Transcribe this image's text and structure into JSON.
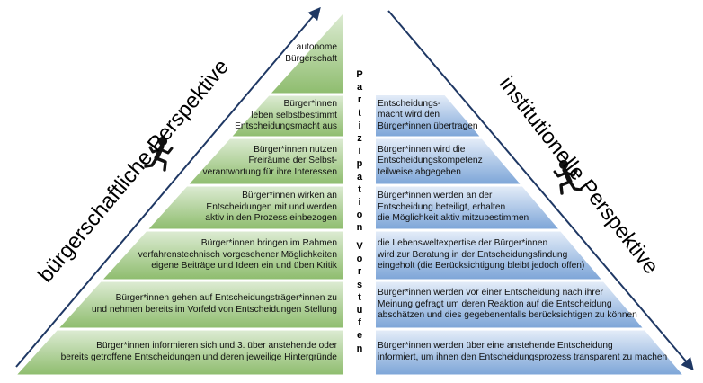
{
  "left_title": "bürgerschaftliche Perspektive",
  "right_title": "institutionelle Perspektive",
  "middle_words": [
    "Partizipation",
    "Vorstufen"
  ],
  "colors": {
    "left_light": "#dcebd2",
    "left_dark": "#8fbd6f",
    "right_light": "#e3ecf8",
    "right_dark": "#7ea6d8",
    "arrow": "#1f3864",
    "figure": "#111111"
  },
  "icons": [
    "running-person-icon",
    "running-person-icon"
  ],
  "left_tiers": [
    [
      "autonome",
      "Bürgerschaft"
    ],
    [
      "Bürger*innen",
      "leben selbstbestimmt",
      "Entscheidungsmacht aus"
    ],
    [
      "Bürger*innen nutzen",
      "Freiräume der Selbst-",
      "verantwortung für ihre Interessen"
    ],
    [
      "Bürger*innen wirken an",
      "Entscheidungen mit und werden",
      "aktiv in den Prozess einbezogen"
    ],
    [
      "Bürger*innen bringen im Rahmen",
      "verfahrenstechnisch vorgesehener Möglichkeiten",
      "eigene Beiträge und Ideen ein und üben Kritik"
    ],
    [
      "Bürger*innen gehen auf Entscheidungsträger*innen zu",
      "und nehmen bereits im Vorfeld von Entscheidungen Stellung"
    ],
    [
      "Bürger*innen informieren sich und 3. über anstehende oder",
      "bereits getroffene  Entscheidungen und deren jeweilige Hintergründe"
    ]
  ],
  "right_tiers": [
    [
      "Entscheidungs-",
      "macht wird den",
      "Bürger*innen übertragen"
    ],
    [
      "Bürger*innen wird die",
      "Entscheidungskompetenz",
      "teilweise abgegeben"
    ],
    [
      "Bürger*innen werden an der",
      "Entscheidung beteiligt, erhalten",
      "die Möglichkeit aktiv mitzubestimmen"
    ],
    [
      "die Lebensweltexpertise der Bürger*innen",
      "wird zur Beratung in der Entscheidungsfindung",
      "eingeholt (die Berücksichtigung bleibt jedoch offen)"
    ],
    [
      "Bürger*innen werden vor einer Entscheidung nach ihrer",
      "Meinung gefragt um deren Reaktion auf die Entscheidung",
      "abschätzen und dies gegebenenfalls berücksichtigen zu können"
    ],
    [
      "Bürger*innen werden über eine anstehende Entscheidung",
      "informiert,  um ihnen den Entscheidungsprozess transparent zu machen"
    ]
  ]
}
